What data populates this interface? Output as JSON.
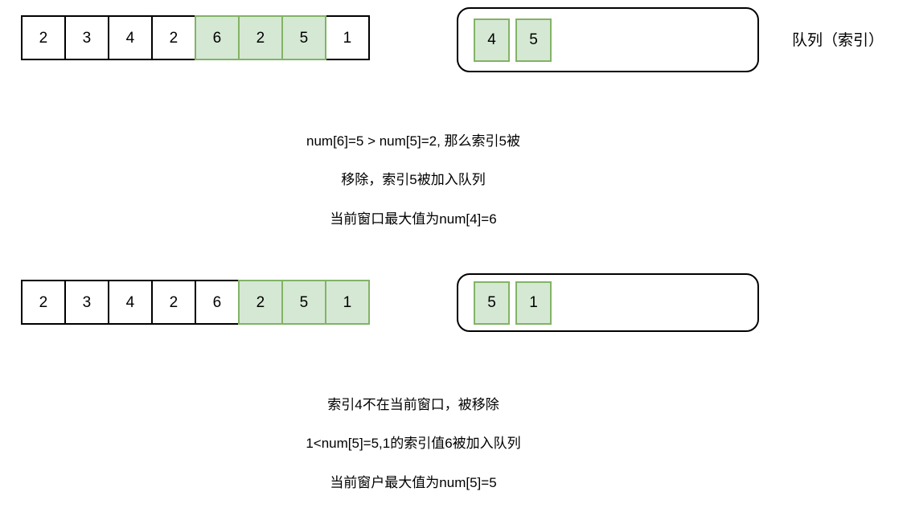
{
  "diagram": {
    "title_label": "队列（索引）",
    "colors": {
      "highlight_fill": "#d5e8d4",
      "highlight_border": "#82b366",
      "cell_border": "#000000",
      "background": "#ffffff"
    },
    "steps": [
      {
        "array": {
          "values": [
            "2",
            "3",
            "4",
            "2",
            "6",
            "2",
            "5",
            "1"
          ],
          "highlighted": [
            false,
            false,
            false,
            false,
            true,
            true,
            true,
            false
          ]
        },
        "queue": {
          "values": [
            "4",
            "5"
          ]
        },
        "side_label": "队列（索引）",
        "caption_lines": [
          "num[6]=5  > num[5]=2, 那么索引5被",
          "移除，索引5被加入队列",
          "当前窗口最大值为num[4]=6"
        ]
      },
      {
        "array": {
          "values": [
            "2",
            "3",
            "4",
            "2",
            "6",
            "2",
            "5",
            "1"
          ],
          "highlighted": [
            false,
            false,
            false,
            false,
            false,
            true,
            true,
            true
          ]
        },
        "queue": {
          "values": [
            "5",
            "1"
          ]
        },
        "side_label": "",
        "caption_lines": [
          "索引4不在当前窗口，被移除",
          "1<num[5]=5,1的索引值6被加入队列",
          "当前窗户最大值为num[5]=5"
        ]
      }
    ]
  }
}
